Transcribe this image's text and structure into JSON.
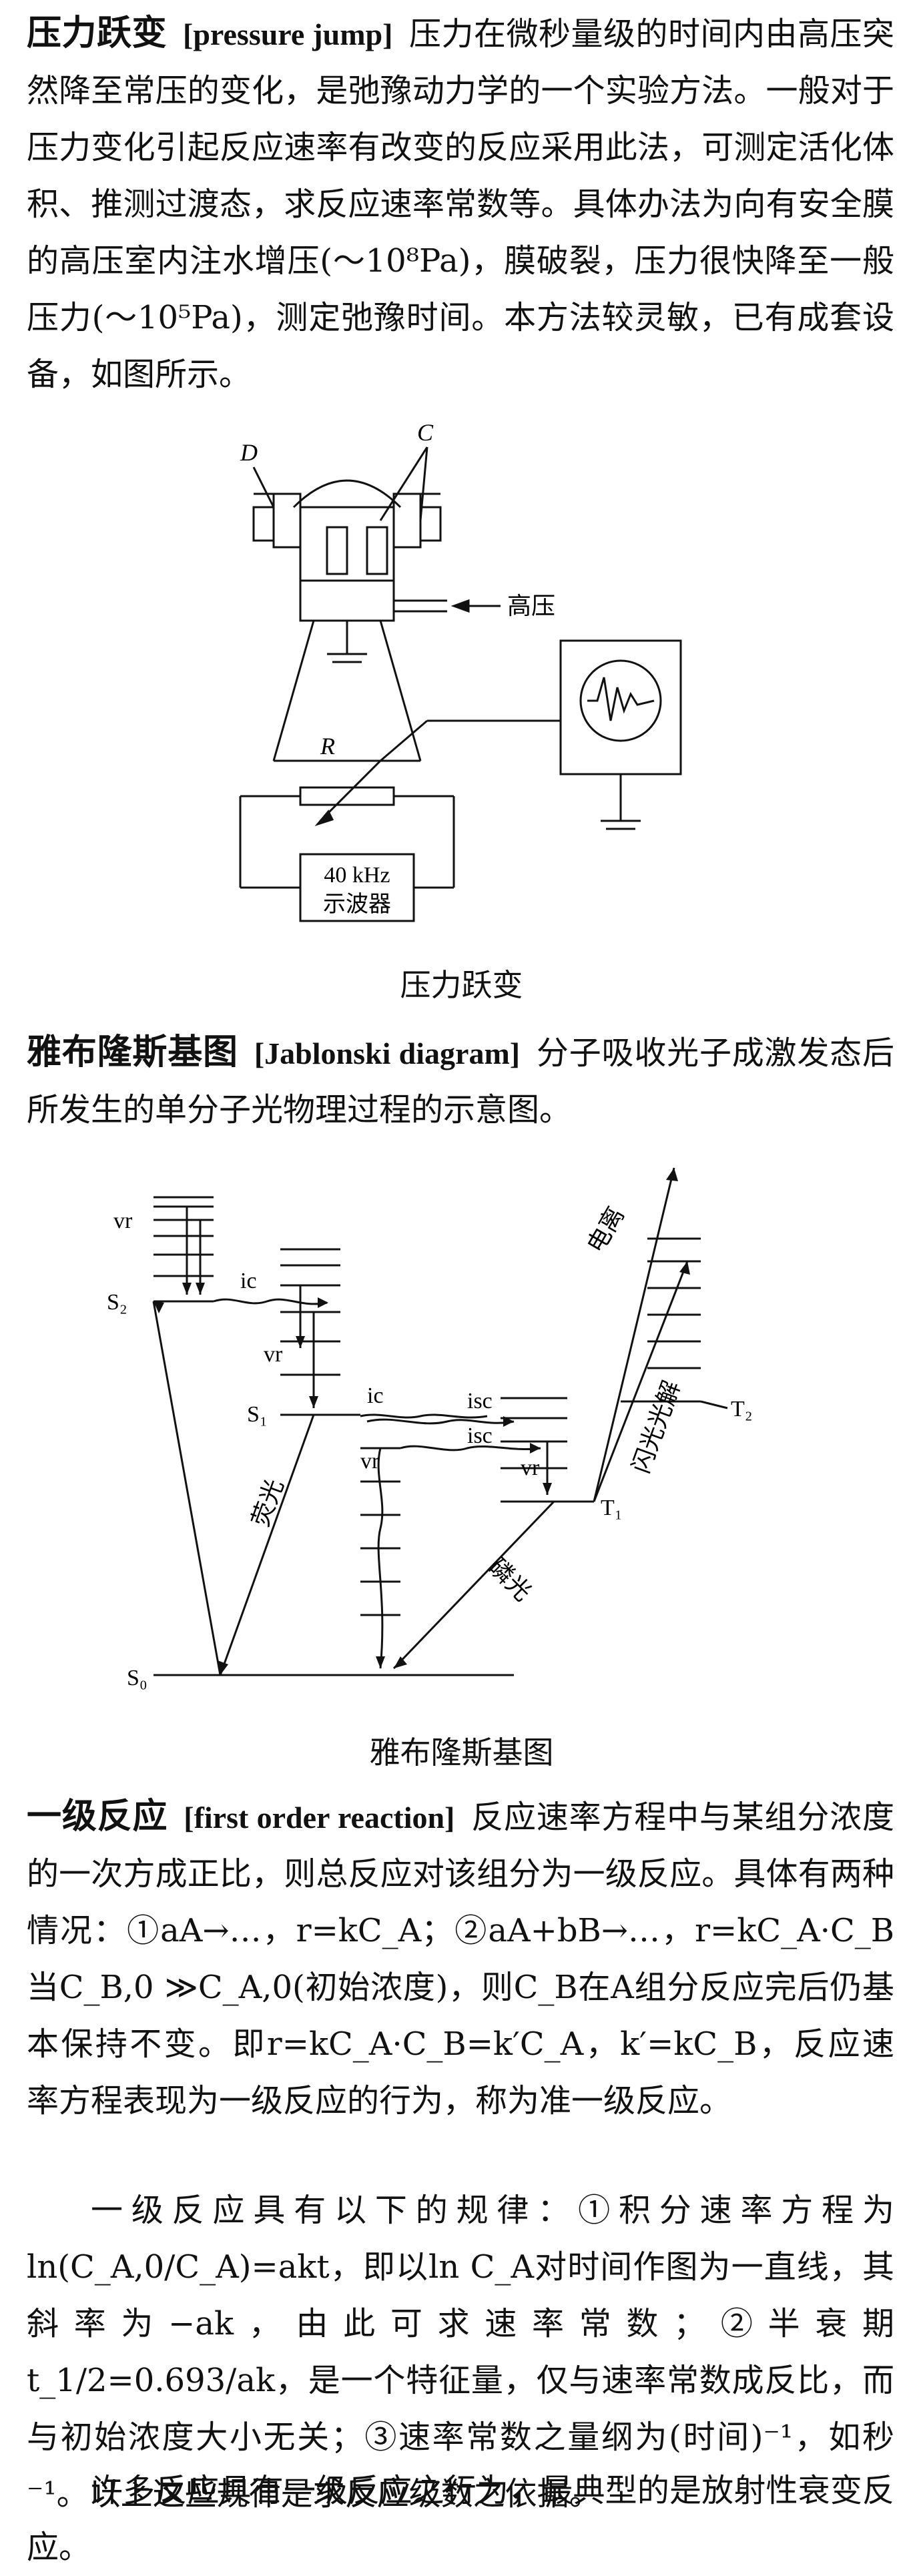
{
  "entries": [
    {
      "term": "压力跃变",
      "en": "[pressure jump]",
      "text": "压力在微秒量级的时间内由高压突然降至常压的变化，是弛豫动力学的一个实验方法。一般对于压力变化引起反应速率有改变的反应采用此法，可测定活化体积、推测过渡态，求反应速率常数等。具体办法为向有安全膜的高压室内注水增压(～10⁸Pa)，膜破裂，压力很快降至一般压力(～10⁵Pa)，测定弛豫时间。本方法较灵敏，已有成套设备，如图所示。",
      "figure": {
        "caption": "压力跃变",
        "labels": {
          "D": "D",
          "C": "C",
          "R": "R",
          "high_pressure": "高压",
          "osc_line1": "40 kHz",
          "osc_line2": "示波器"
        }
      }
    },
    {
      "term": "雅布隆斯基图",
      "en": "[Jablonski diagram]",
      "text": "分子吸收光子成激发态后所发生的单分子光物理过程的示意图。",
      "figure": {
        "caption": "雅布隆斯基图",
        "labels": {
          "vr": "vr",
          "ic": "ic",
          "isc": "isc",
          "S2": "S₂",
          "S1": "S₁",
          "S0": "S₀",
          "T1": "T₁",
          "T2": "T₂",
          "fluorescence": "荧光",
          "phosphorescence": "磷光",
          "ionization": "电离",
          "photolysis": "闪光光解"
        }
      }
    },
    {
      "term": "一级反应",
      "en": "[first order reaction]",
      "paragraphs": [
        "反应速率方程中与某组分浓度的一次方成正比，则总反应对该组分为一级反应。具体有两种情况：①aA→…，r=kC_A；②aA+bB→…，r=kC_A·C_B当C_B,0 ≫C_A,0(初始浓度)，则C_B在A组分反应完后仍基本保持不变。即r=kC_A·C_B=k′C_A，k′=kC_B，反应速率方程表现为一级反应的行为，称为准一级反应。",
        "一级反应具有以下的规律：①积分速率方程为ln(C_A,0/C_A)=akt，即以ln C_A对时间作图为一直线，其斜率为−ak，由此可求速率常数；②半衰期t_1/2=0.693/ak，是一个特征量，仅与速率常数成反比，而与初始浓度大小无关；③速率常数之量纲为(时间)⁻¹，如秒⁻¹。以上这些规律是求反应级数之依据。",
        "许多反应具有一级反应之行为，最典型的是放射性衰变反应。"
      ]
    }
  ]
}
